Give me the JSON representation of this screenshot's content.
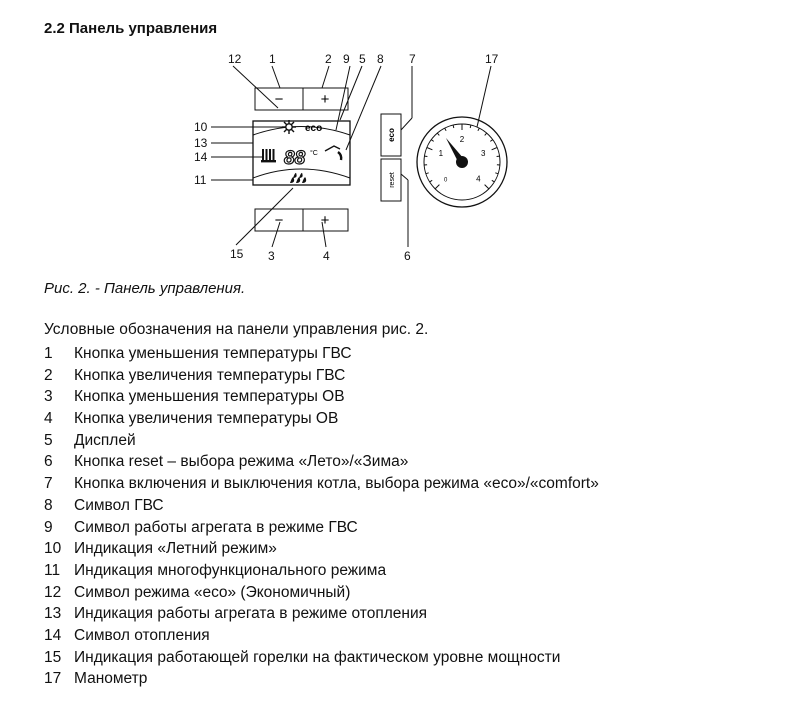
{
  "heading": "2.2 Панель управления",
  "figure": {
    "callouts": {
      "c12": "12",
      "c1": "1",
      "c2": "2",
      "c9": "9",
      "c5": "5",
      "c8": "8",
      "c7": "7",
      "c17": "17",
      "c10": "10",
      "c13": "13",
      "c14": "14",
      "c11": "11",
      "c15": "15",
      "c3": "3",
      "c4": "4",
      "c6": "6"
    },
    "buttons": {
      "dhw_minus": "−",
      "dhw_plus": "+",
      "ch_minus": "−",
      "ch_plus": "+"
    },
    "display": {
      "eco": "eco",
      "digits": "88",
      "unit": "°C"
    },
    "side_buttons": {
      "eco": "eco",
      "reset": "reset"
    },
    "gauge_ticks": [
      "0",
      "1",
      "2",
      "3",
      "4"
    ],
    "gauge_value": 1.5
  },
  "caption": "Рис. 2. - Панель управления.",
  "legend_intro": "Условные обозначения на панели управления рис. 2.",
  "legend": [
    {
      "num": "1",
      "text": "Кнопка уменьшения температуры ГВС"
    },
    {
      "num": "2",
      "text": "Кнопка увеличения температуры ГВС"
    },
    {
      "num": "3",
      "text": "Кнопка уменьшения температуры ОВ"
    },
    {
      "num": "4",
      "text": "Кнопка увеличения температуры ОВ"
    },
    {
      "num": "5",
      "text": "Дисплей"
    },
    {
      "num": "6",
      "text": "Кнопка reset – выбора режима «Лето»/«Зима»"
    },
    {
      "num": "7",
      "text": "Кнопка включения и выключения котла, выбора режима «eco»/«comfort»"
    },
    {
      "num": "8",
      "text": "Символ ГВС"
    },
    {
      "num": "9",
      "text": "Символ работы агрегата в режиме ГВС"
    },
    {
      "num": "10",
      "text": "Индикация «Летний режим»"
    },
    {
      "num": "11",
      "text": "Индикация многофункционального режима"
    },
    {
      "num": "12",
      "text": "Символ режима «eco» (Экономичный)"
    },
    {
      "num": "13",
      "text": "Индикация работы агрегата в режиме отопления"
    },
    {
      "num": "14",
      "text": "Символ отопления"
    },
    {
      "num": "15",
      "text": "Индикация работающей горелки на фактическом уровне мощности"
    },
    {
      "num": "17",
      "text": "Манометр"
    }
  ]
}
